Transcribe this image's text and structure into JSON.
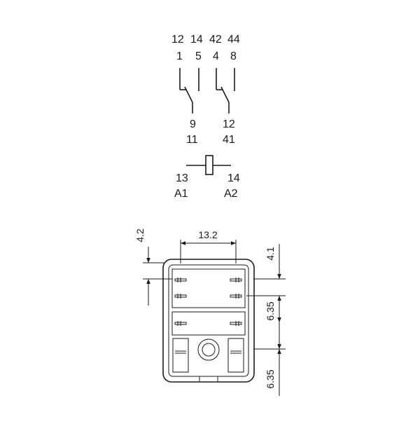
{
  "schematic": {
    "contact_left": {
      "top_numbers_a": "12",
      "top_numbers_b": "14",
      "pins_a": "1",
      "pins_b": "5",
      "common_a": "9",
      "common_b": "11"
    },
    "contact_right": {
      "top_numbers_a": "42",
      "top_numbers_b": "44",
      "pins_a": "4",
      "pins_b": "8",
      "common_a": "12",
      "common_b": "41"
    },
    "coil": {
      "left_pin": "13",
      "left_label": "A1",
      "right_pin": "14",
      "right_label": "A2"
    }
  },
  "dimensions": {
    "width": "13.2",
    "top_offset_left": "4.2",
    "top_offset_right": "4.1",
    "pitch_1": "6.35",
    "pitch_2": "6.35"
  },
  "colors": {
    "ink": "#1a1a1a",
    "background": "#ffffff"
  }
}
